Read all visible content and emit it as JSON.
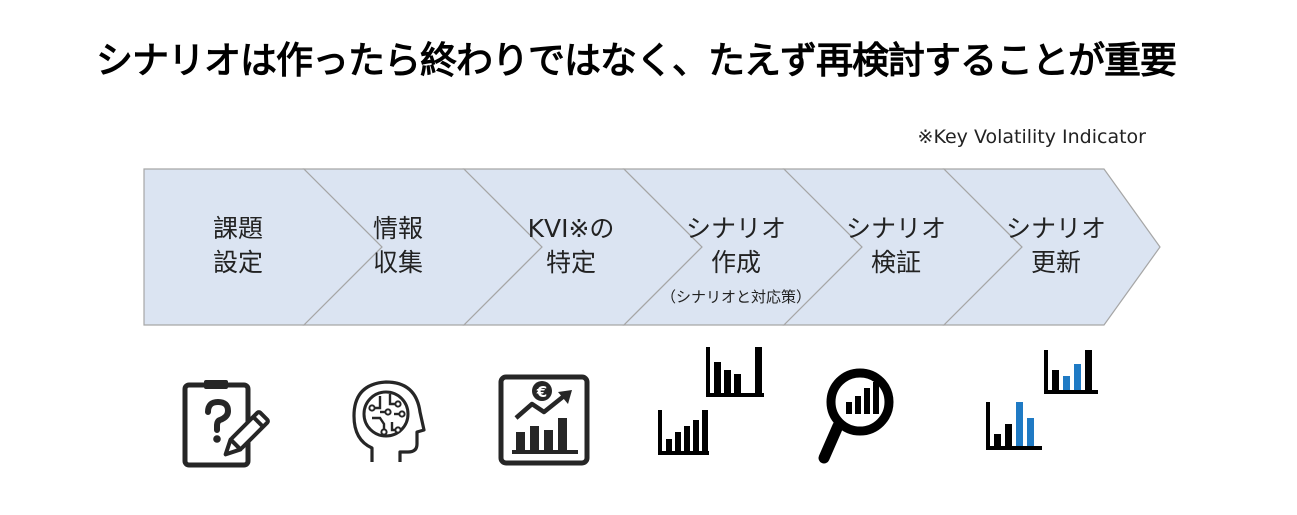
{
  "title": "シナリオは作ったら終わりではなく、たえず再検討することが重要",
  "footnote": "※Key Volatility Indicator",
  "colors": {
    "chevron_fill": "#dbe4f2",
    "chevron_stroke": "#a6a6a6",
    "icon_dark": "#262626",
    "icon_accent": "#1f7ac4"
  },
  "steps": [
    {
      "line1": "課題",
      "line2": "設定",
      "icon": "clipboard-question-icon"
    },
    {
      "line1": "情報",
      "line2": "収集",
      "icon": "brain-head-icon"
    },
    {
      "line1": "KVI※の",
      "line2": "特定",
      "icon": "euro-growth-chart-icon"
    },
    {
      "line1": "シナリオ",
      "line2": "作成",
      "note": "（シナリオと対応策）",
      "icon": "two-bar-charts-icon"
    },
    {
      "line1": "シナリオ",
      "line2": "検証",
      "icon": "magnifier-chart-icon"
    },
    {
      "line1": "シナリオ",
      "line2": "更新",
      "icon": "updated-bar-charts-icon"
    }
  ]
}
